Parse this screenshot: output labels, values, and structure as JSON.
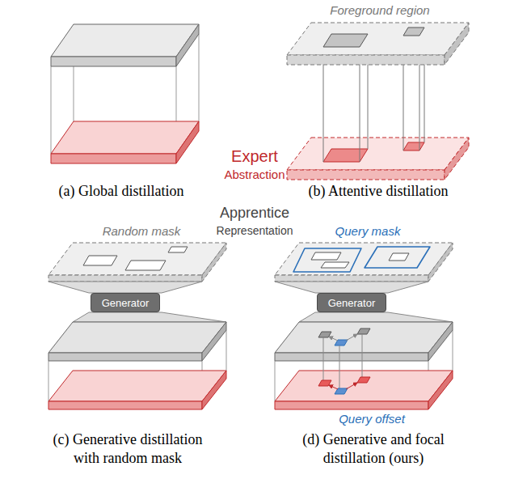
{
  "diagram": {
    "nodes": [
      {
        "text": [
          "Generator"
        ]
      },
      {
        "text": [
          "Generator"
        ]
      }
    ],
    "labels": [
      "Foreground region",
      "Expert",
      "Abstraction",
      "(a) Global distillation",
      "(b) Attentive distillation",
      "Random mask",
      "Apprentice",
      "Representation",
      "Query mask",
      "Query offset",
      "(c) Generative distillation with random mask",
      "(d) Generative and focal distillation (ours)"
    ]
  }
}
